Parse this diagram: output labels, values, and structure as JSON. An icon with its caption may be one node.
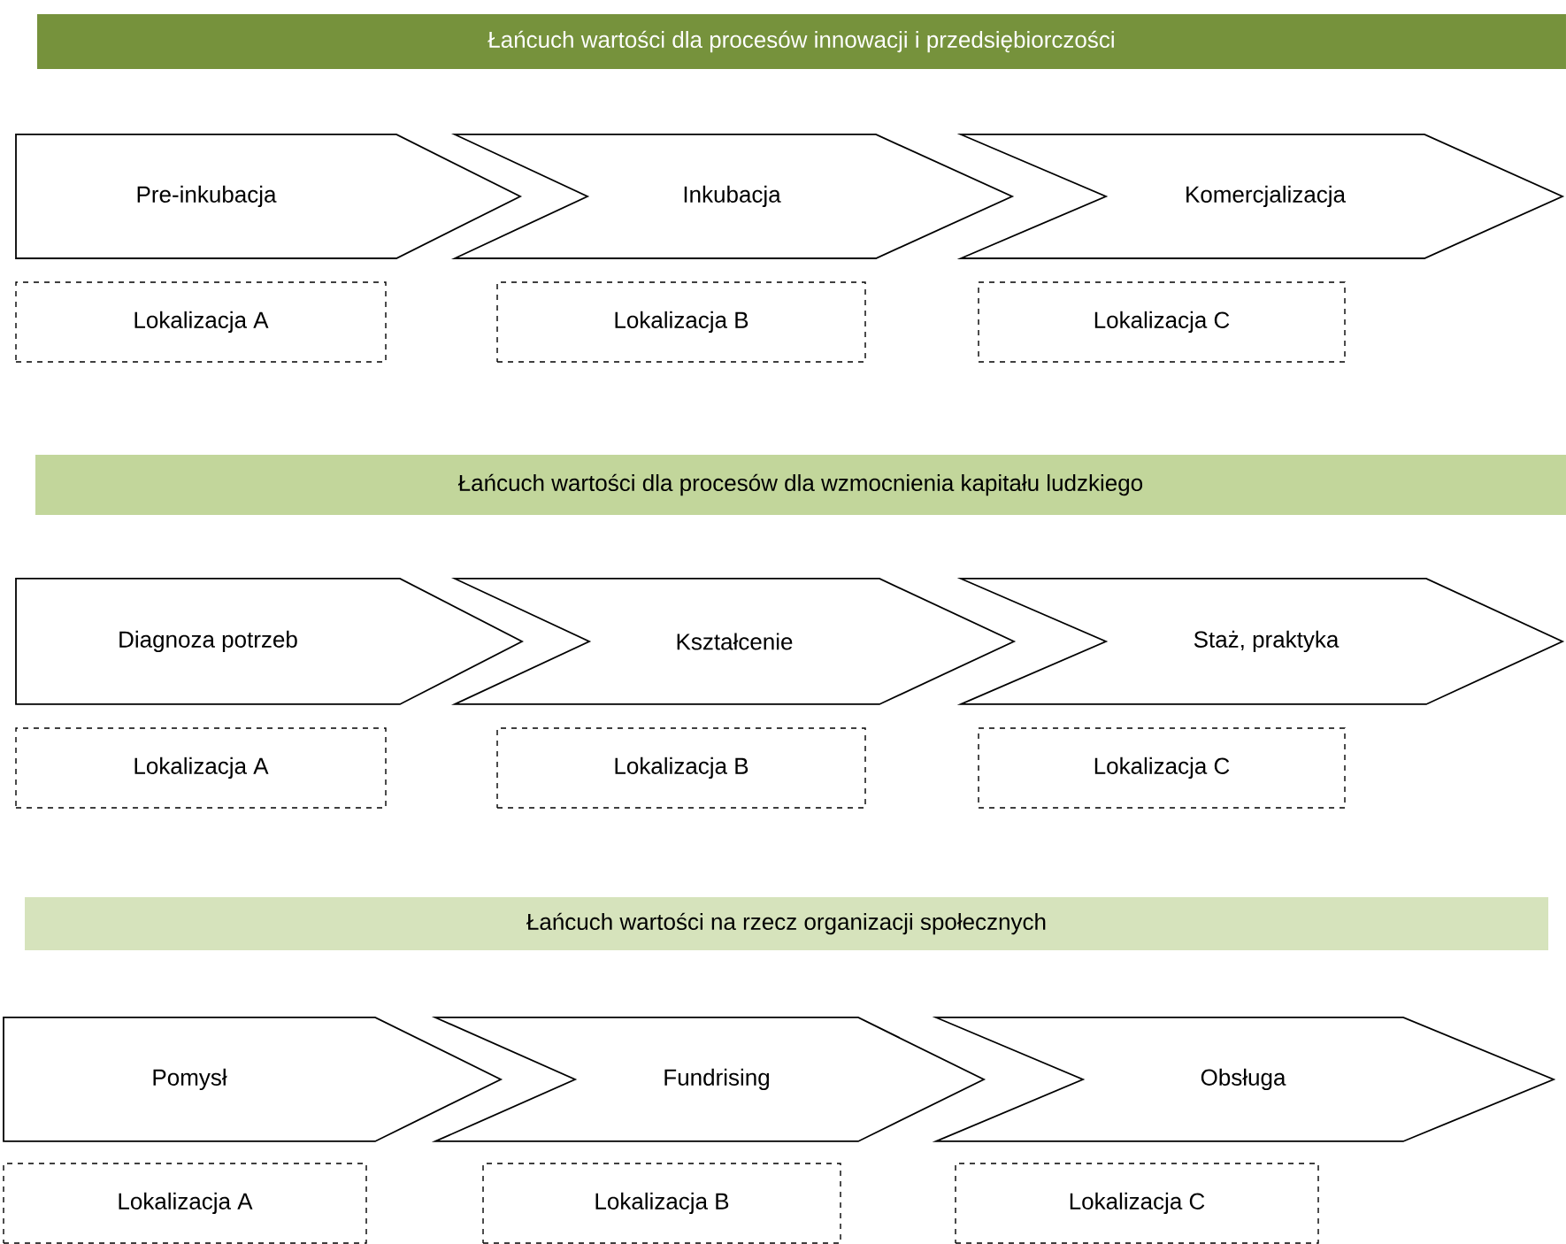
{
  "diagram": {
    "nodes": [
      {
        "text": [
          "Łańcuch wartości dla procesów innowacji i przedsiębiorczości"
        ]
      },
      {
        "text": [
          "Pre-inkubacja"
        ]
      },
      {
        "text": [
          "Inkubacja"
        ]
      },
      {
        "text": [
          "Komercjalizacja"
        ]
      },
      {
        "text": [
          "Lokalizacja A"
        ]
      },
      {
        "text": [
          "Lokalizacja B"
        ]
      },
      {
        "text": [
          "Lokalizacja C"
        ]
      },
      {
        "text": [
          "Łańcuch wartości dla procesów dla wzmocnienia kapitału ludzkiego"
        ]
      },
      {
        "text": [
          "Diagnoza potrzeb"
        ]
      },
      {
        "text": [
          "Kształcenie"
        ]
      },
      {
        "text": [
          "Staż, praktyka"
        ]
      },
      {
        "text": [
          "Lokalizacja A"
        ]
      },
      {
        "text": [
          "Lokalizacja B"
        ]
      },
      {
        "text": [
          "Lokalizacja C"
        ]
      },
      {
        "text": [
          "Łańcuch wartości na rzecz organizacji społecznych"
        ]
      },
      {
        "text": [
          "Pomysł"
        ]
      },
      {
        "text": [
          "Fundrising"
        ]
      },
      {
        "text": [
          "Obsługa"
        ]
      },
      {
        "text": [
          "Lokalizacja A"
        ]
      },
      {
        "text": [
          "Lokalizacja B"
        ]
      },
      {
        "text": [
          "Lokalizacja C"
        ]
      }
    ]
  }
}
